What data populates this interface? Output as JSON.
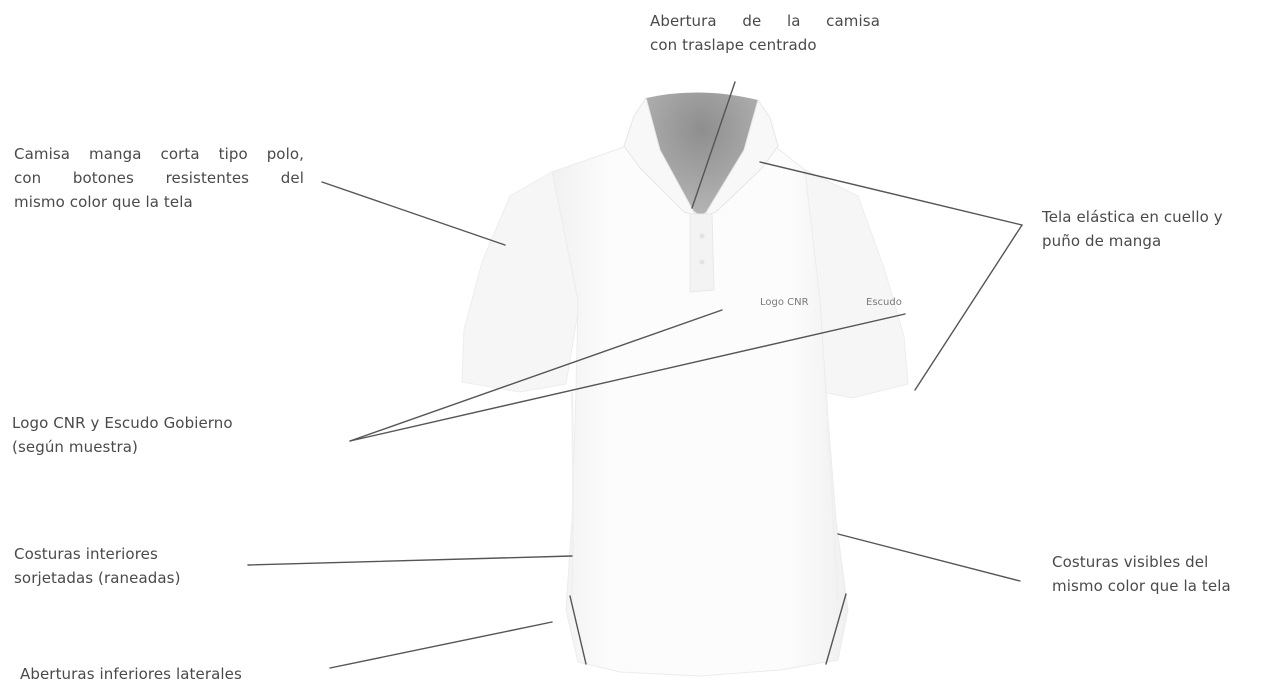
{
  "callouts": {
    "opening": {
      "lines": [
        "Abertura de la camisa",
        "con traslape centrado"
      ]
    },
    "shirt_type": {
      "lines": [
        "Camisa manga corta tipo polo,",
        "con botones resistentes del",
        "mismo color que la tela"
      ]
    },
    "elastic": {
      "lines": [
        "Tela elástica en cuello y",
        "puño de manga"
      ]
    },
    "logo": {
      "lines": [
        "Logo CNR y Escudo Gobierno",
        "(según muestra)"
      ]
    },
    "inner_seams": {
      "lines": [
        "Costuras interiores",
        "sorjetadas (raneadas)"
      ]
    },
    "visible_seams": {
      "lines": [
        "Costuras visibles del",
        "mismo color que la tela"
      ]
    },
    "side_openings": {
      "lines": [
        "Aberturas inferiores laterales"
      ]
    }
  },
  "shirt_marks": {
    "logo_cnr": "Logo CNR",
    "escudo": "Escudo"
  },
  "colors": {
    "text": "#4a4a4a",
    "leader_line": "#555555",
    "shirt_fill": "#fbfbfb",
    "shirt_shadow": "#ececec",
    "collar_inner": "#9e9e9e"
  }
}
